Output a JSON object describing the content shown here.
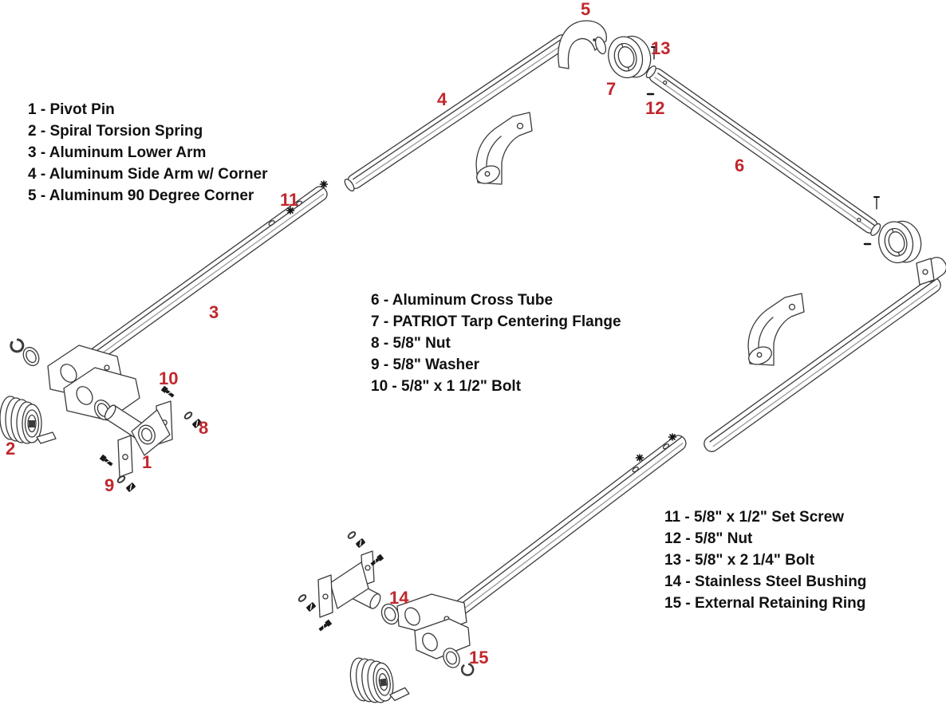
{
  "diagram_title": "PATRIOT tarp system exploded parts diagram",
  "colors": {
    "label_red": "#c1272d",
    "legend_text": "#111111",
    "line": "#3a3a3a",
    "background": "#ffffff"
  },
  "legend": {
    "group1": [
      "1 - Pivot Pin",
      "2 - Spiral Torsion Spring",
      "3 - Aluminum Lower Arm",
      "4 - Aluminum Side Arm w/ Corner",
      "5 - Aluminum 90 Degree Corner"
    ],
    "group2": [
      "6 - Aluminum Cross Tube",
      "7 - PATRIOT Tarp Centering Flange",
      "8 - 5/8\" Nut",
      "9 - 5/8\" Washer",
      "10 - 5/8\" x 1 1/2\" Bolt"
    ],
    "group3": [
      "11 - 5/8\" x 1/2\" Set Screw",
      "12 - 5/8\" Nut",
      "13 - 5/8\" x 2 1/4\" Bolt",
      "14 - Stainless Steel Bushing",
      "15 - External Retaining Ring"
    ]
  },
  "part_labels": {
    "p1": "1",
    "p2": "2",
    "p3": "3",
    "p4": "4",
    "p5": "5",
    "p6": "6",
    "p7": "7",
    "p8": "8",
    "p9": "9",
    "p10": "10",
    "p11": "11",
    "p12": "12",
    "p13": "13",
    "p14": "14",
    "p15": "15"
  }
}
